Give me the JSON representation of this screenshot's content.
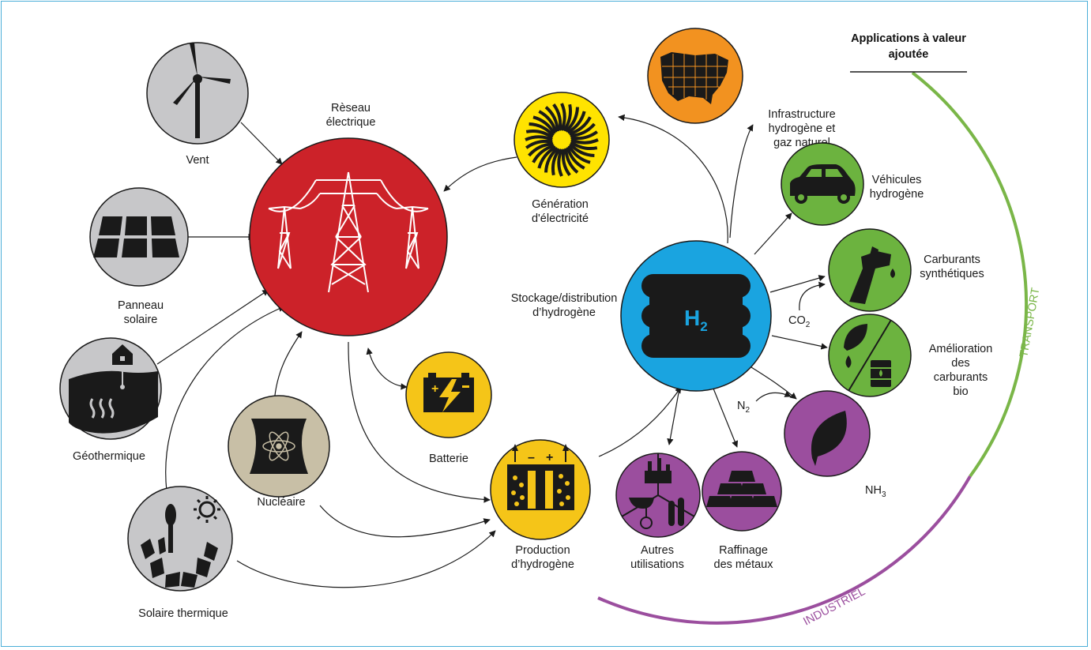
{
  "header": {
    "line1": "Applications à valeur",
    "line2": "ajoutée"
  },
  "arcs": {
    "transport": "TRANSPORT",
    "industriel": "INDUSTRIEL",
    "transport_color": "#7ab648",
    "industriel_color": "#9b59a8"
  },
  "colors": {
    "source_gray": "#c7c7c9",
    "nuclear_tan": "#c8bfa6",
    "grid_red": "#cc2229",
    "yellow": "#ffe300",
    "gold": "#f5c518",
    "cyan": "#1aa4e0",
    "orange": "#f29220",
    "green": "#6cb33f",
    "purple": "#9b4e9e"
  },
  "nodes": {
    "vent": "Vent",
    "panneau": [
      "Panneau",
      "solaire"
    ],
    "geo": "Géothermique",
    "solaire_th": "Solaire thermique",
    "nucleaire": "Nucléaire",
    "reseau": [
      "Rèseau",
      "électrique"
    ],
    "batterie": "Batterie",
    "generation": [
      "Génération",
      "d'électricité"
    ],
    "stockage": [
      "Stockage/distribution",
      "d’hydrogène"
    ],
    "production": [
      "Production",
      "d’hydrogène"
    ],
    "infra": [
      "Infrastructure",
      "hydrogène et",
      "gaz naturel"
    ],
    "vehicules": [
      "Véhicules",
      "hydrogène"
    ],
    "carburants": [
      "Carburants",
      "synthétiques"
    ],
    "amelioration": [
      "Amélioration",
      "des",
      "carburants",
      "bio"
    ],
    "nh3": "NH3",
    "raffinage": [
      "Raffinage",
      "des métaux"
    ],
    "autres": [
      "Autres",
      "utilisations"
    ]
  },
  "glyphs": {
    "h2": "H2",
    "co2": "CO2",
    "n2": "N2",
    "minus": "–",
    "plus": "+"
  }
}
